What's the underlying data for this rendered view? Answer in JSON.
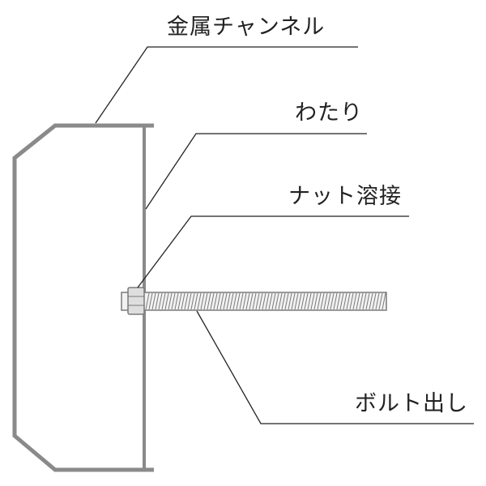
{
  "labels": {
    "channel": "金属チャンネル",
    "watari": "わたり",
    "nut_weld": "ナット溶接",
    "bolt_out": "ボルト出し"
  },
  "colors": {
    "channel_stroke": "#8a8a8a",
    "leader_line": "#222222",
    "bolt_fill": "#f2f2f2",
    "bolt_thread": "#7a7a7a",
    "nut_fill": "#dedede",
    "text": "#222222"
  }
}
